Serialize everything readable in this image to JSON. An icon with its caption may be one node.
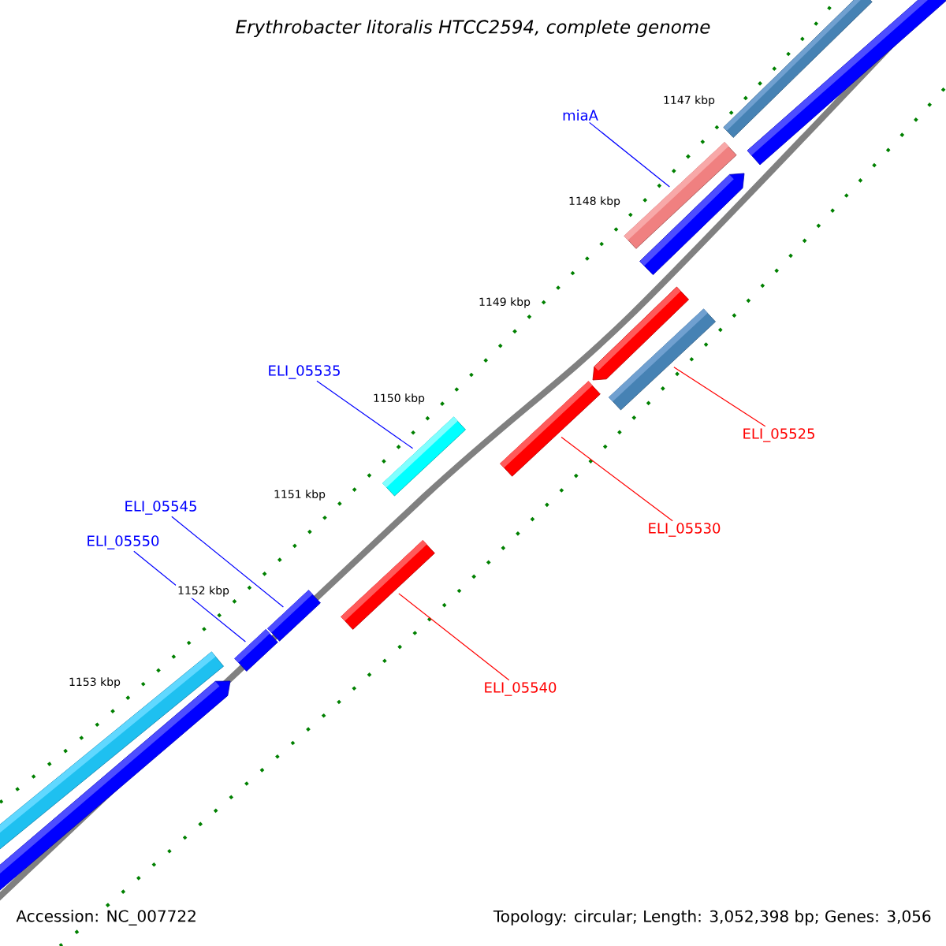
{
  "diagram": {
    "title": "Erythrobacter litoralis HTCC2594, complete genome",
    "nodes": [
      {
        "text": [
          "miaA"
        ]
      },
      {
        "text": [],
        "shape": "bar"
      },
      {
        "text": [
          "ELI_05535"
        ]
      },
      {
        "text": [],
        "shape": "bar"
      },
      {
        "text": [
          "ELI_05525"
        ]
      },
      {
        "text": [],
        "shape": "bar"
      },
      {
        "text": [
          "ELI_05530"
        ]
      },
      {
        "text": [],
        "shape": "bar"
      },
      {
        "text": [
          "ELI_05545"
        ]
      },
      {
        "text": [],
        "shape": "bar"
      },
      {
        "text": [
          "ELI_05550"
        ]
      },
      {
        "text": [],
        "shape": "bar"
      },
      {
        "text": [
          "ELI_05540"
        ]
      },
      {
        "text": [],
        "shape": "bar"
      }
    ],
    "edges": [
      {
        "from": 0,
        "to": 1,
        "arrow": "none",
        "color": "#0000ff"
      },
      {
        "from": 2,
        "to": 3,
        "arrow": "none",
        "color": "#0000ff"
      },
      {
        "from": 4,
        "to": 5,
        "arrow": "none",
        "color": "#ff0000"
      },
      {
        "from": 6,
        "to": 7,
        "arrow": "none",
        "color": "#ff0000"
      },
      {
        "from": 8,
        "to": 9,
        "arrow": "none",
        "color": "#0000ff"
      },
      {
        "from": 10,
        "to": 11,
        "arrow": "none",
        "color": "#0000ff"
      },
      {
        "from": 12,
        "to": 13,
        "arrow": "none",
        "color": "#ff0000"
      }
    ],
    "labels": [
      "1147 kbp",
      "1148 kbp",
      "1149 kbp",
      "1150 kbp",
      "1151 kbp",
      "1152 kbp",
      "1153 kbp",
      "Accession: NC_007722",
      "Topology: circular; Length: 3,052,398 bp; Genes: 3,056"
    ]
  }
}
